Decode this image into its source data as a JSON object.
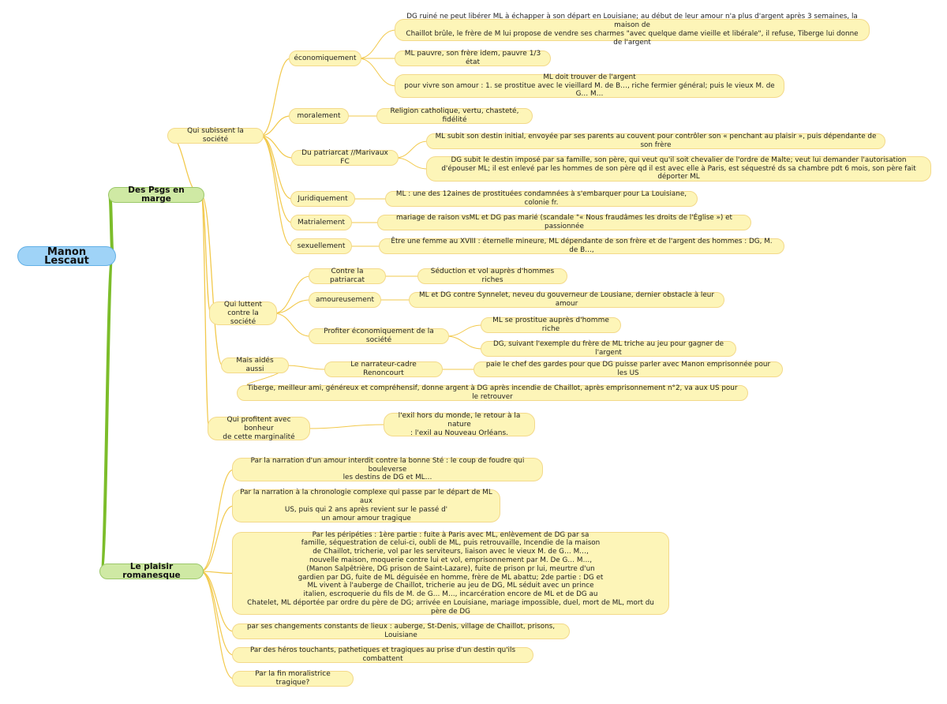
{
  "mindmap": {
    "root": "Manon Lescaut",
    "marge": {
      "label": "Des Psgs en marge",
      "subissent": {
        "label": "Qui subissent la société",
        "economiquement": {
          "label": "économiquement",
          "t1": "DG ruiné ne peut libérer ML à échapper à son départ en Louisiane; au début de leur amour n'a plus d'argent après 3 semaines, la maison de\nChaillot brûle, le frère de M lui propose de vendre ses charmes  \"avec quelque dame vieille et libérale\", il refuse, Tiberge lui donne de l'argent",
          "t2": "ML pauvre, son frère idem, pauvre 1/3 état",
          "t3": "ML doit trouver de l'argent\npour vivre son amour : 1. se prostitue avec le vieillard M. de B…, riche fermier général; puis le vieux M. de G… M…"
        },
        "moralement": {
          "label": "moralement",
          "t1": "Religion catholique, vertu, chasteté, fidélité"
        },
        "patriarcat": {
          "label": "Du patriarcat //Marivaux FC",
          "t1": "ML subit son destin initial, envoyée par ses parents au couvent pour contrôler son « penchant au plaisir », puis dépendante de son frère",
          "t2": "DG subit le destin imposé par sa famille, son père, qui veut qu'il soit chevalier de l'ordre de Malte; veut lui demander l'autorisation\nd'épouser ML; il est enlevé par les hommes de son père qd il est avec elle à Paris, est séquestré ds sa chambre pdt 6 mois, son père fait déporter ML"
        },
        "juridiquement": {
          "label": "Juridiquement",
          "t1": "ML : une des 12aines de prostituées condamnées à s'embarquer pour La Louisiane, colonie fr."
        },
        "matrialement": {
          "label": "Matrialement",
          "t1": "mariage de raison vsML et DG pas marié (scandale \"« Nous fraudâmes les droits de l'Église ») et passionnée"
        },
        "sexuellement": {
          "label": "sexuellement",
          "t1": "Être une femme au XVIII : éternelle mineure, ML dépendante de son frère et de  l'argent des hommes : DG,  M. de B…,"
        }
      },
      "luttent": {
        "label": "Qui luttent\ncontre la société",
        "contre": {
          "label": "Contre la patriarcat",
          "t1": "Séduction et vol auprès d'hommes riches"
        },
        "amoureusement": {
          "label": "amoureusement",
          "t1": "ML et DG contre Synnelet, neveu du gouverneur de Lousiane, dernier obstacle à leur amour"
        },
        "profiter": {
          "label": "Profiter économiquement de la société",
          "t1": "ML se prostitue auprès d'homme riche",
          "t2": "DG, suivant l'exemple du frère de ML triche au jeu pour gagner de l'argent"
        }
      },
      "aides": {
        "label": "Mais aidés aussi",
        "narrateur": "Le narrateur-cadre Renoncourt",
        "narrateur_t1": "paie le chef des gardes pour que  DG puisse parler avec Manon emprisonnée pour les US",
        "tiberge": "Tiberge, meilleur ami, généreux et compréhensif, donne argent à DG après incendie de Chaillot, après emprisonnement n°2, va aux US pour le retrouver"
      },
      "profitent": {
        "label": "Qui profitent avec bonheur\nde cette marginalité",
        "t1": "l'exil hors du monde, le retour à la nature\n: l'exil au Nouveau Orléans."
      }
    },
    "plaisir": {
      "label": "Le plaisir romanesque",
      "p1": "Par la narration d'un amour interdit contre la bonne Sté :  le coup de foudre qui bouleverse\nles destins de DG et ML…",
      "p2": "Par la narration à la chronologie complexe qui passe par le départ de ML aux\nUS, puis qui 2 ans après revient sur le passé d'\nun amour amour tragique",
      "p3": "Par les péripéties : 1ère partie : fuite à Paris avec ML, enlèvement de DG par sa\nfamille, séquestration de celui-ci, oubli de ML, puis retrouvaille, Incendie de la maison\nde Chaillot, tricherie, vol par les serviteurs, liaison avec le vieux M. de G… M…,\nnouvelle maison, moquerie contre lui et vol, emprisonnement par M. De G… M…,\n(Manon Salpêtrière, DG prison de Saint-Lazare), fuite de prison pr lui, meurtre d'un\ngardien par DG, fuite de ML déguisée en homme, frère de ML abattu; 2de partie : DG et\nML vivent à l'auberge de Chaillot, tricherie au jeu de DG, ML séduit avec un prince\nitalien, escroquerie du fils de M. de G… M…, incarcération encore de ML et de DG au\nChatelet, ML déportée par ordre du père de DG; arrivée en Louisiane, mariage impossible, duel, mort de ML, mort du père de DG",
      "p4": "par ses changements constants de lieux : auberge, St-Denis, village de Chaillot, prisons, Louisiane",
      "p5": "Par des héros touchants, pathetiques et tragiques au prise d'un destin qu'ils combattent",
      "p6": "Par la fin moralistrice tragique?"
    }
  },
  "colors": {
    "leaf_fill": "#fdf5b8",
    "leaf_border": "#f3d98a",
    "root_fill": "#9fd3f7",
    "main_fill": "#cfe9a4",
    "trunk": "#7cbd2a",
    "branch": "#f2c94c"
  }
}
